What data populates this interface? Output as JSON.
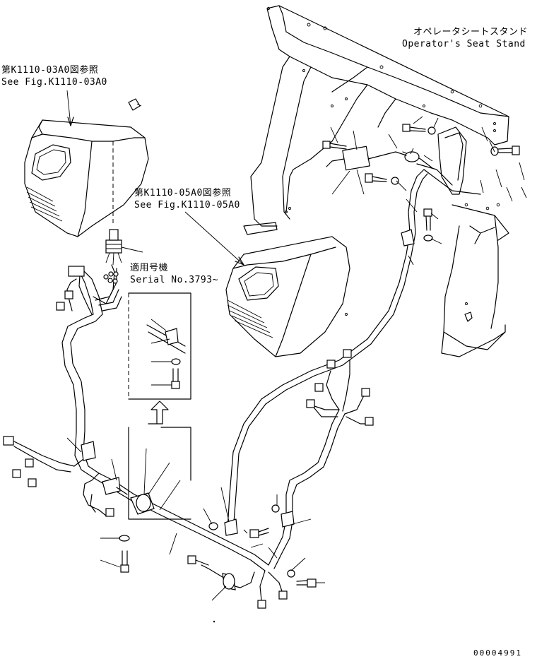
{
  "labels": {
    "seat_stand_jp": "オペレータシートスタンド",
    "seat_stand_en": "Operator's Seat Stand",
    "ref1_jp": "第K1110-03A0図参照",
    "ref1_en": "See Fig.K1110-03A0",
    "ref2_jp": "第K1110-05A0図参照",
    "ref2_en": "See Fig.K1110-05A0",
    "serial_jp": "適用号機",
    "serial_en": "Serial No.3793~",
    "drawing_number": "00004991"
  }
}
